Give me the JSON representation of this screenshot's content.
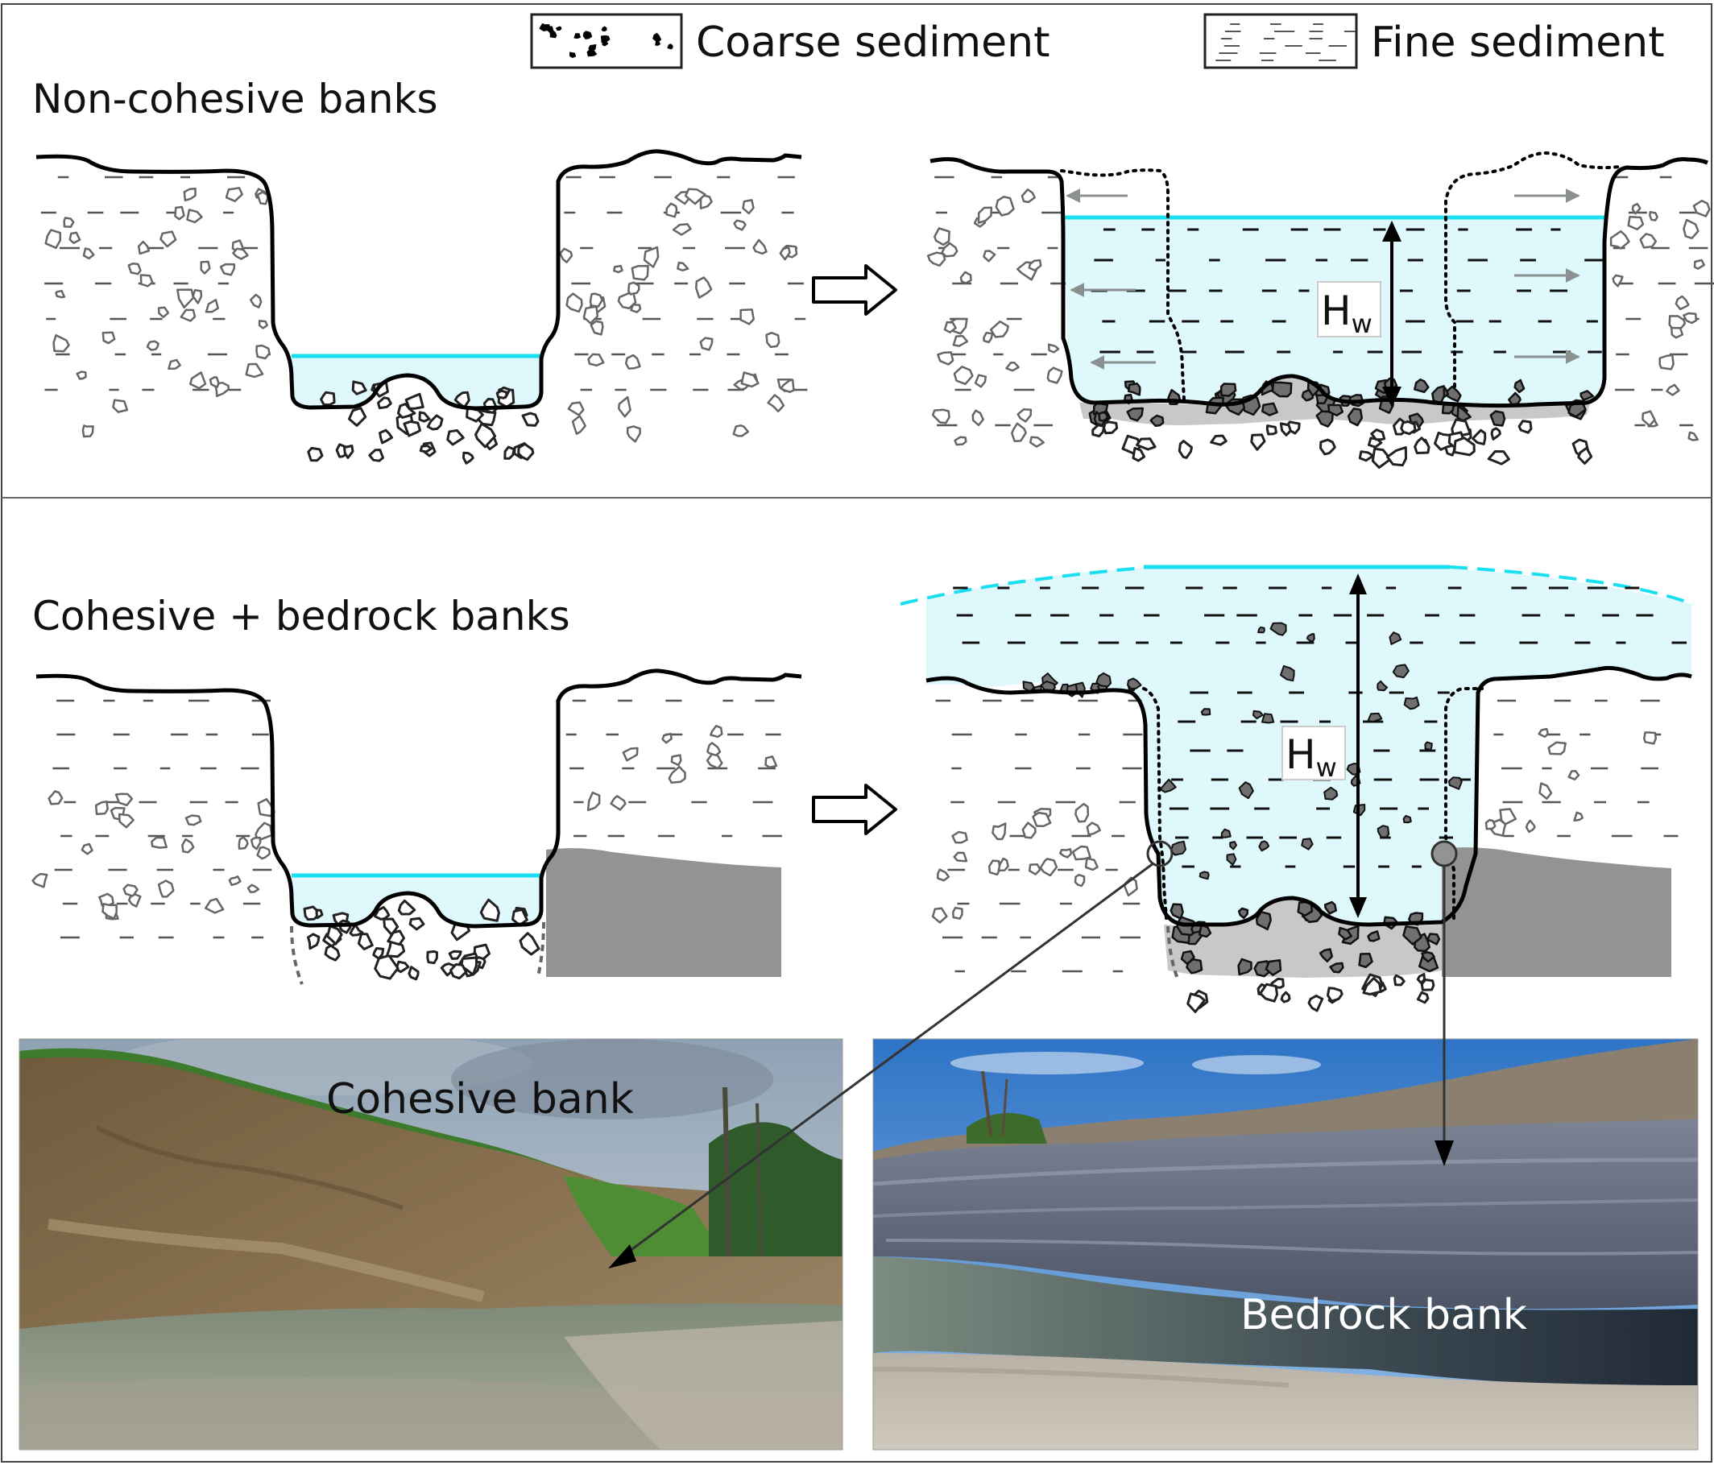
{
  "legend": {
    "coarse_label": "Coarse sediment",
    "fine_label": "Fine sediment"
  },
  "panels": {
    "top_title": "Non-cohesive banks",
    "bottom_title": "Cohesive + bedrock banks"
  },
  "water_depth_label": "H",
  "water_depth_subscript": "w",
  "photos": {
    "left_label": "Cohesive bank",
    "right_label": "Bedrock bank"
  },
  "colors": {
    "water_fill": "#dff8fc",
    "water_line": "#19dff0",
    "bedrock": "#939393",
    "new_sediment": "#c8c8c8",
    "clast_dark": "#6f6f6f",
    "outline": "#000000"
  }
}
